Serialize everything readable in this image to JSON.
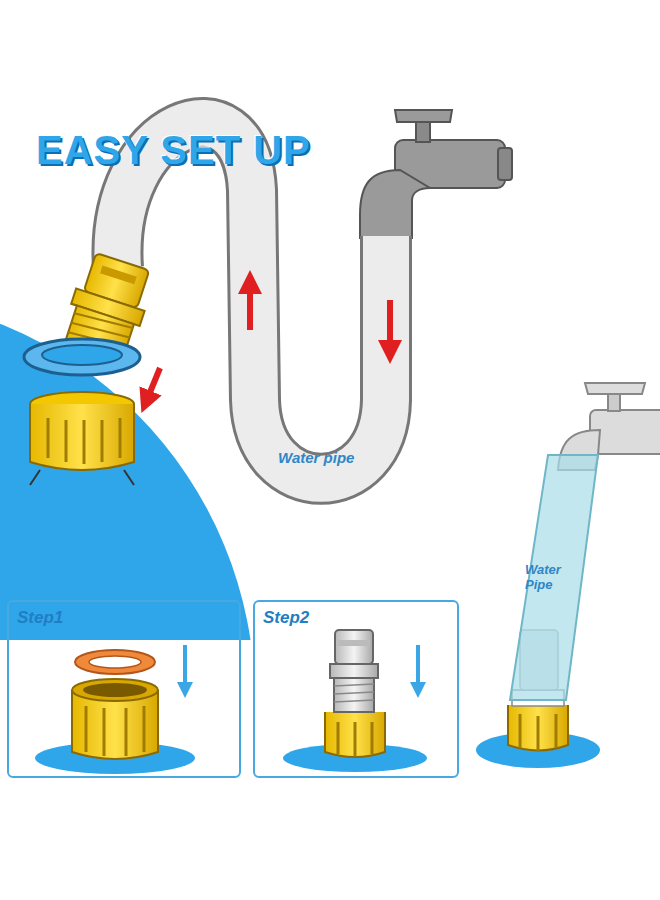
{
  "diagram": {
    "title": "EASY SET UP",
    "nodes": [
      {
        "text": [
          "Step1"
        ]
      },
      {
        "text": [
          "Step2"
        ]
      }
    ],
    "labels": [
      "Water pipe",
      "Water Pipe"
    ]
  }
}
